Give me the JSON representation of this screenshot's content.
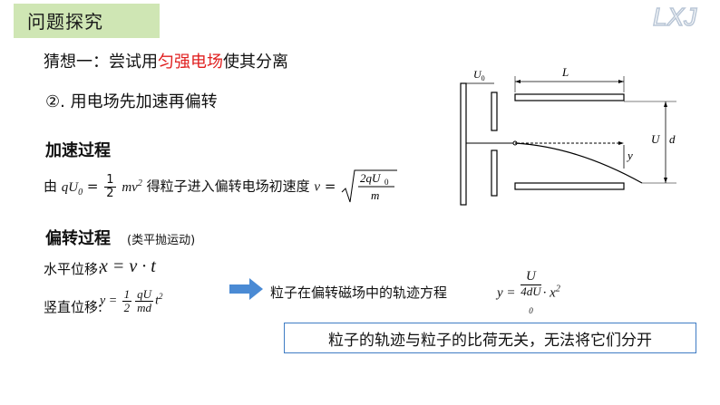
{
  "header": {
    "title": "问题探究",
    "logo_text": "LXJ"
  },
  "guess": {
    "prefix": "猜想一：尝试用",
    "highlight": "匀强电场",
    "suffix": "使其分离"
  },
  "step": {
    "label": "②. 用电场先加速再偏转"
  },
  "acceleration": {
    "heading": "加速过程",
    "from": "由",
    "lhs": "qU",
    "lhs_sub": "0",
    "eq": " = ",
    "half_num": "1",
    "half_den": "2",
    "rhs": "mv",
    "rhs_sup": "2",
    "text": "得粒子进入偏转电场初速度",
    "v": "v",
    "eq2": " = ",
    "sqrt_num": "2qU",
    "sqrt_num_sub": "0",
    "sqrt_den": "m"
  },
  "deflection": {
    "heading": "偏转过程",
    "sub": "(类平抛运动)",
    "horizontal_label": "水平位移:",
    "horizontal_formula": "x = v · t",
    "vertical_label": "竖直位移:",
    "vertical_y": "y =",
    "vertical_num": "1",
    "vertical_den": "2",
    "vertical_num2": "qU",
    "vertical_den2": "md",
    "vertical_t": "t",
    "vertical_t_sup": "2"
  },
  "trajectory": {
    "label": "粒子在偏转磁场中的轨迹方程",
    "y": "y =",
    "num": "U",
    "den": "4dU",
    "den_sub": "0",
    "x": "· x",
    "x_sup": "2"
  },
  "conclusion": "粒子的轨迹与粒子的比荷无关，无法将它们分开",
  "diagram": {
    "u0_label": "U",
    "u0_sub": "0",
    "l_label": "L",
    "u_label": "U",
    "d_label": "d",
    "y_label": "y"
  },
  "colors": {
    "title_bg": "#cfe6b4",
    "highlight": "#e02020",
    "arrow": "#4a8ad4",
    "box_border": "#3f7cc4"
  }
}
